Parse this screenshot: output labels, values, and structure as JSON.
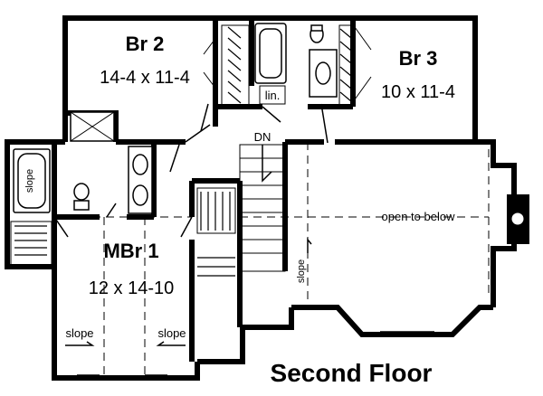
{
  "title": "Second Floor",
  "rooms": {
    "br2": {
      "name": "Br 2",
      "dims": "14-4 x 11-4"
    },
    "br3": {
      "name": "Br 3",
      "dims": "10 x 11-4"
    },
    "mbr1": {
      "name": "MBr 1",
      "dims": "12 x 14-10"
    }
  },
  "labels": {
    "linen": "lin.",
    "down": "DN",
    "open_to_below": "open to below",
    "slope": "slope"
  }
}
